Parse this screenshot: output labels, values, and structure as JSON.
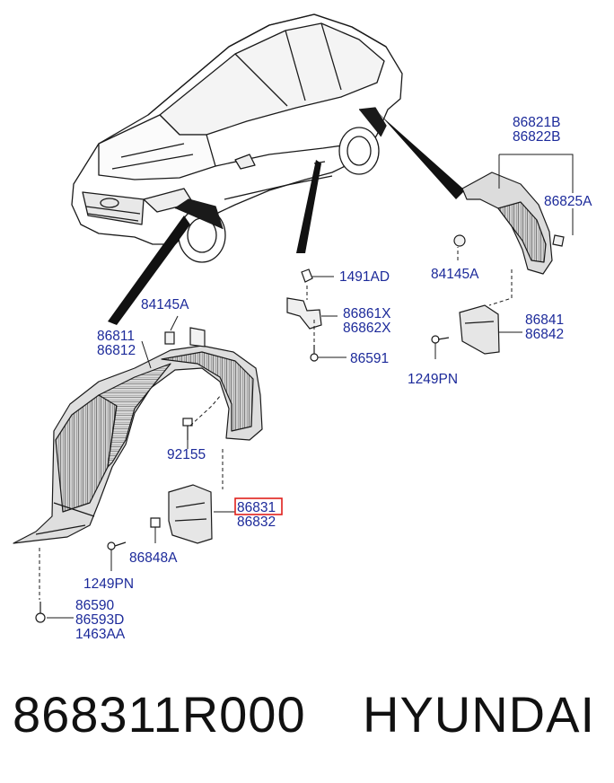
{
  "labels": {
    "p86821B": "86821B",
    "p86822B": "86822B",
    "p86825A": "86825A",
    "p84145A_right": "84145A",
    "p1491AD": "1491AD",
    "p86861X": "86861X",
    "p86862X": "86862X",
    "p86591": "86591",
    "p86841": "86841",
    "p86842": "86842",
    "p1249PN_right": "1249PN",
    "p84145A_left": "84145A",
    "p86811": "86811",
    "p86812": "86812",
    "p92155": "92155",
    "p86831": "86831",
    "p86832": "86832",
    "p86848A": "86848A",
    "p1249PN_left": "1249PN",
    "p86590": "86590",
    "p86593D": "86593D",
    "p1463AA": "1463AA"
  },
  "footer": {
    "part_number": "868311R000",
    "brand": "HYUNDAI"
  },
  "colors": {
    "label_blue": "#1c2a9a",
    "highlight_red": "#e0201c",
    "line_black": "#1a1a1a"
  }
}
